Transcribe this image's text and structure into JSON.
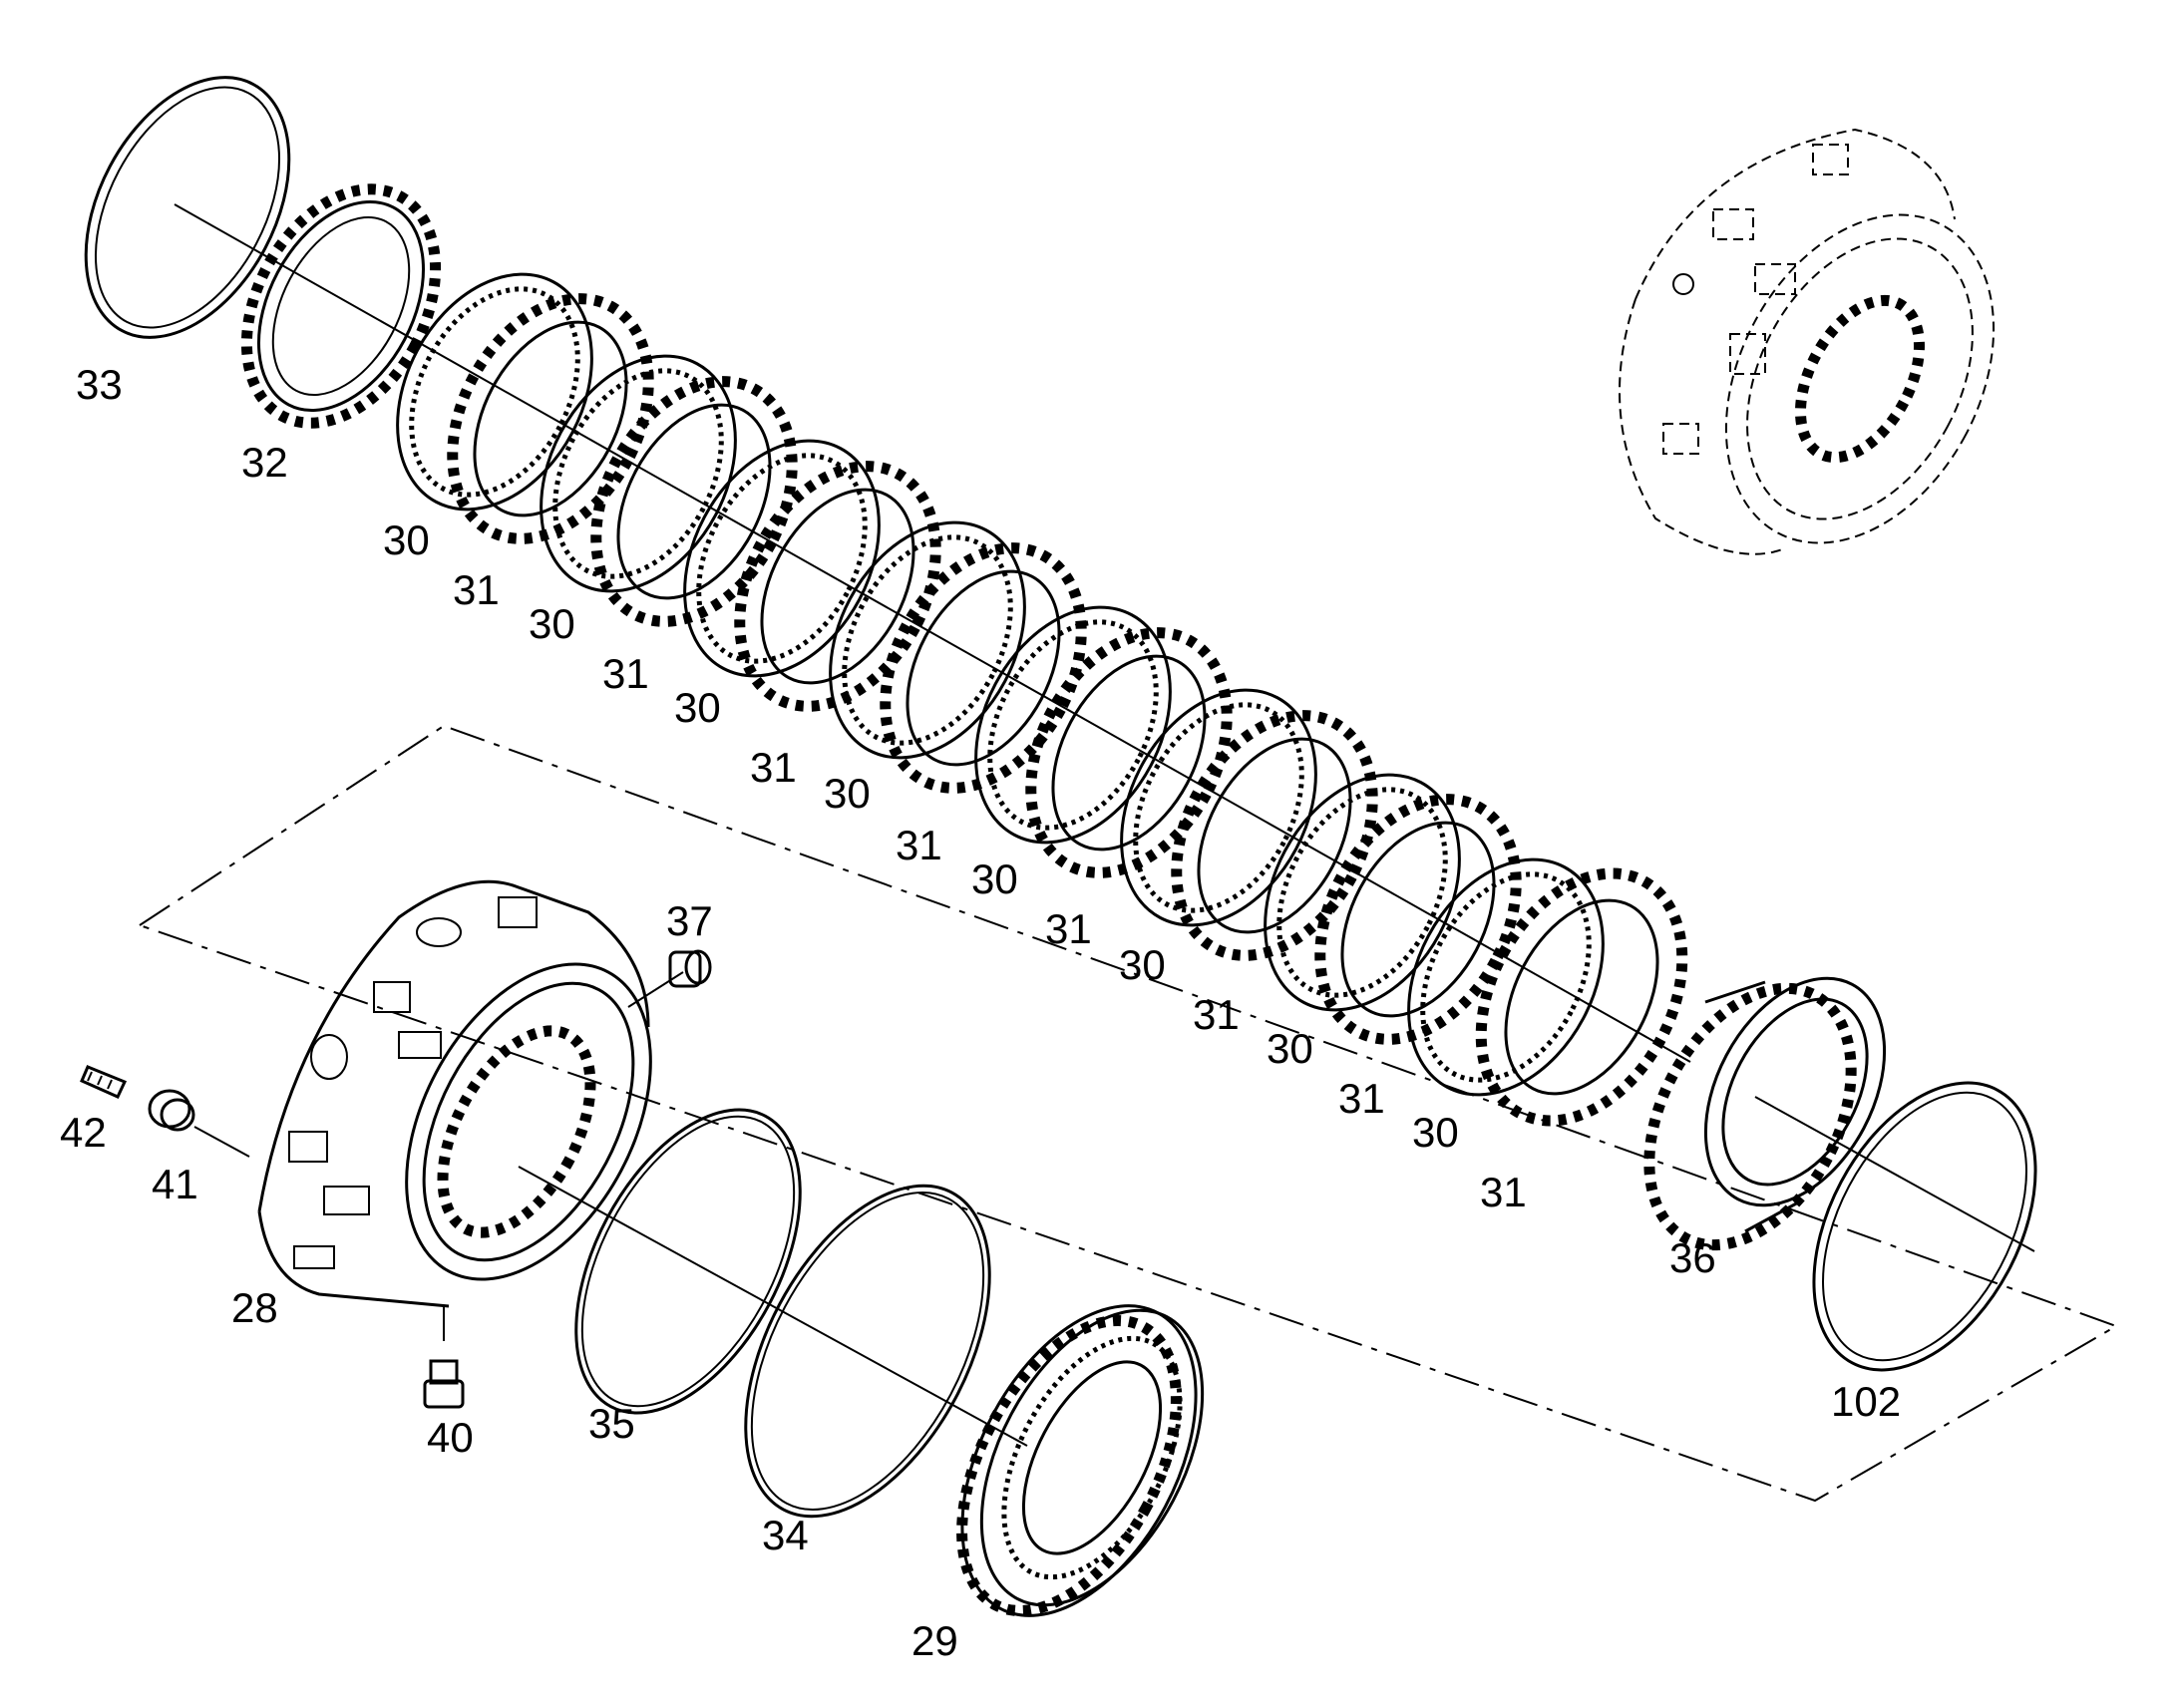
{
  "callouts": {
    "c33": "33",
    "c32": "32",
    "c30a": "30",
    "c31a": "31",
    "c30b": "30",
    "c31b": "31",
    "c30c": "30",
    "c31c": "31",
    "c30d": "30",
    "c31d": "31",
    "c30e": "30",
    "c31e": "31",
    "c30f": "30",
    "c31f": "31",
    "c30g": "30",
    "c31g": "31",
    "c30h": "30",
    "c31h": "31",
    "c37": "37",
    "c42": "42",
    "c41": "41",
    "c28": "28",
    "c40": "40",
    "c35": "35",
    "c34": "34",
    "c29": "29",
    "c36": "36",
    "c102": "102"
  }
}
